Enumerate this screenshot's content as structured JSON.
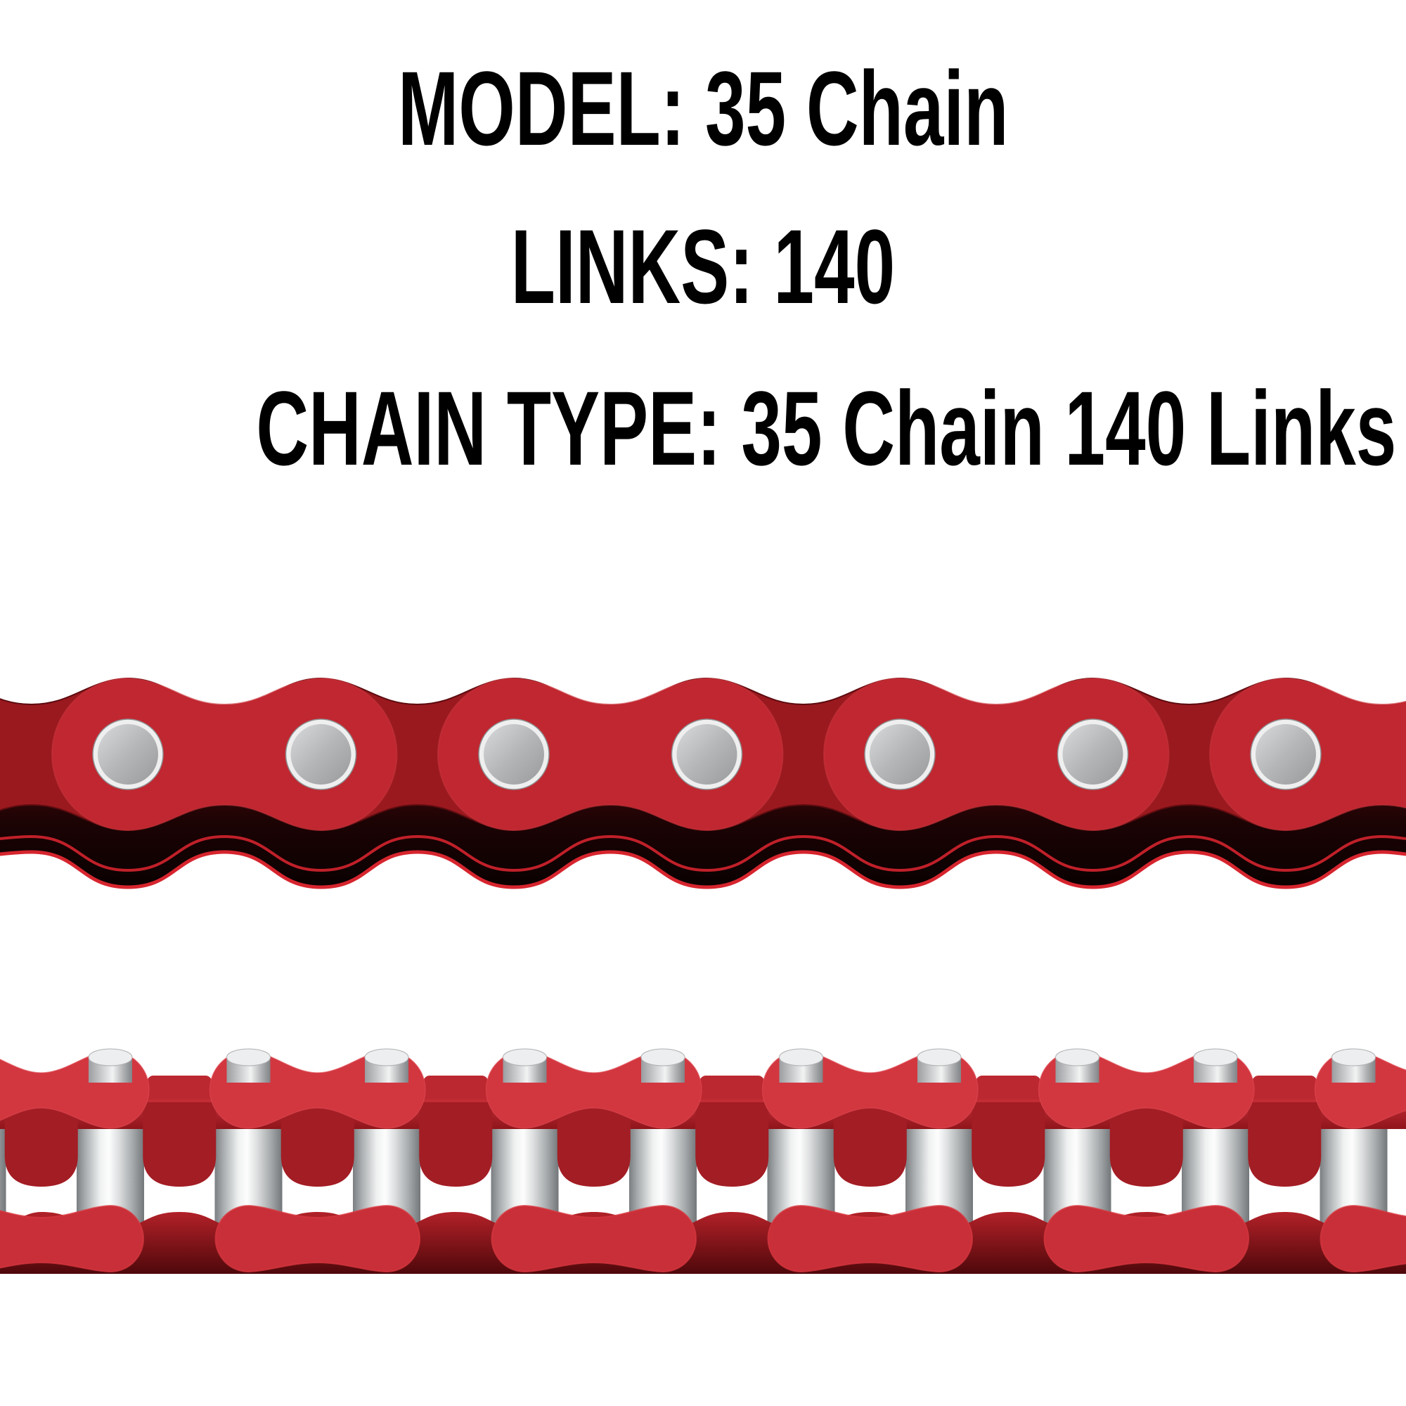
{
  "header": {
    "line1": "MODEL: 35 Chain",
    "line2": "LINKS: 140",
    "line3": "CHAIN TYPE: 35 Chain 140 Links",
    "text_color": "#000000"
  },
  "product": {
    "model": "35 Chain",
    "links": "140",
    "chain_type": "35 Chain 140 Links",
    "views": [
      "chain-side-view",
      "chain-three-quarter-view"
    ],
    "colors": {
      "plate_red": "#A82026",
      "plate_red_bright": "#C62A31",
      "plate_red_dark": "#6B0E12",
      "rim_highlight": "#D6252E",
      "pin_silver": "#C0C2C4",
      "roller_silver": "#F4F5F5",
      "shadow_dark": "#1C0304",
      "background": "#FFFFFF"
    }
  }
}
